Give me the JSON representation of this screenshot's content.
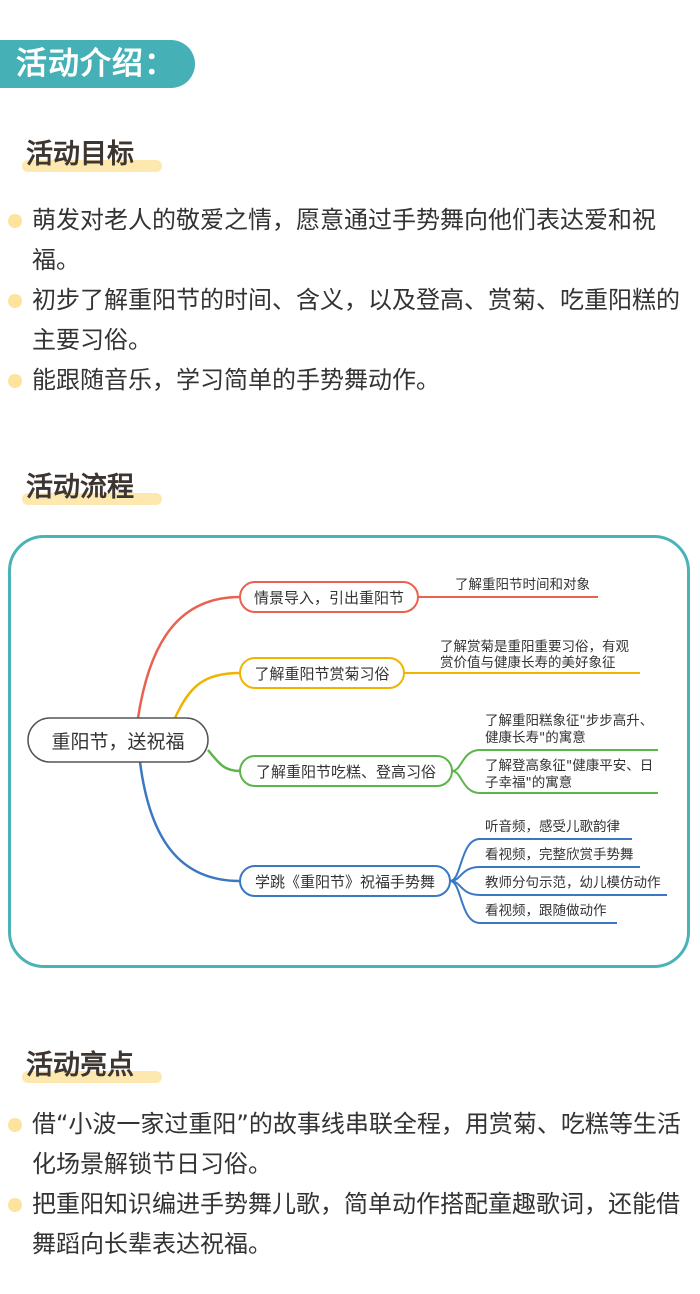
{
  "header": {
    "title": "活动介绍："
  },
  "goals": {
    "heading": "活动目标",
    "items": [
      "萌发对老人的敬爱之情，愿意通过手势舞向他们表达爱和祝福。",
      "初步了解重阳节的时间、含义，以及登高、赏菊、吃重阳糕的主要习俗。",
      "能跟随音乐，学习简单的手势舞动作。"
    ]
  },
  "process": {
    "heading": "活动流程",
    "mindmap": {
      "root": "重阳节，送祝福",
      "branches": [
        {
          "label": "情景导入，引出重阳节",
          "color": "#e8624f",
          "leaves": [
            [
              "了解重阳节时间和对象"
            ]
          ]
        },
        {
          "label": "了解重阳节赏菊习俗",
          "color": "#f0b400",
          "leaves": [
            [
              "了解赏菊是重阳重要习俗，有观",
              "赏价值与健康长寿的美好象征"
            ]
          ]
        },
        {
          "label": "了解重阳节吃糕、登高习俗",
          "color": "#5bb54a",
          "leaves": [
            [
              "了解重阳糕象征\"步步高升、",
              "健康长寿\"的寓意"
            ],
            [
              "了解登高象征\"健康平安、日",
              "子幸福\"的寓意"
            ]
          ]
        },
        {
          "label": "学跳《重阳节》祝福手势舞",
          "color": "#3a78c3",
          "leaves": [
            [
              "听音频，感受儿歌韵律"
            ],
            [
              "看视频，完整欣赏手势舞"
            ],
            [
              "教师分句示范，幼儿模仿动作"
            ],
            [
              "看视频，跟随做动作"
            ]
          ]
        }
      ]
    }
  },
  "highlights": {
    "heading": "活动亮点",
    "items": [
      "借“小波一家过重阳”的故事线串联全程，用赏菊、吃糕等生活化场景解锁节日习俗。",
      "把重阳知识编进手势舞儿歌，简单动作搭配童趣歌词，还能借舞蹈向长辈表达祝福。"
    ]
  }
}
